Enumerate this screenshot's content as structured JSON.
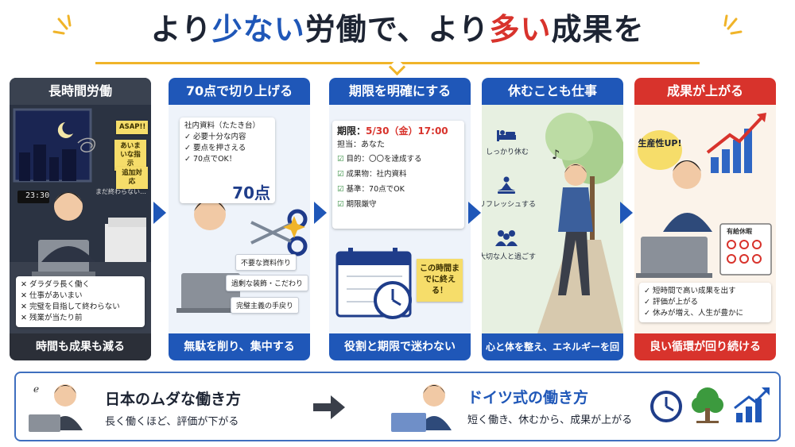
{
  "title": {
    "part1": "より",
    "part2": "少ない",
    "part3": "労働で、より",
    "part4": "多い",
    "part5": "成果を"
  },
  "colors": {
    "blue": "#1f57b8",
    "red": "#d8332c",
    "dark": "#2b2f38",
    "yellow": "#f0b429"
  },
  "panels": [
    {
      "header": "長時間労働",
      "clock": "23:30",
      "stickies": [
        "ASAP!!",
        "あいまいな指示",
        "追加対応"
      ],
      "murmur": "まだ終わらない…",
      "bullets": [
        "✕ ダラダラ長く働く",
        "✕ 仕事があいまい",
        "✕ 完璧を目指して終わらない",
        "✕ 残業が当たり前"
      ],
      "footer": "時間も成果も減る"
    },
    {
      "header": "70点で切り上げる",
      "doc_title": "社内資料（たたき台）",
      "checks": [
        "✓ 必要十分な内容",
        "✓ 要点を押さえる",
        "✓ 70点でOK！"
      ],
      "score": "70点",
      "cut_tags": [
        "不要な資料作り",
        "過剰な装飾・こだわり",
        "完璧主義の手戻り"
      ],
      "footer": "無駄を削り、集中する"
    },
    {
      "header": "期限を明確にする",
      "deadline_label": "期限：",
      "deadline_value": "5/30（金）17:00",
      "owner": "担当：あなた",
      "items": [
        "目的：〇〇を達成する",
        "成果物：社内資料",
        "基準：70点でOK",
        "期限厳守"
      ],
      "sticky": "この時間までに終える！",
      "footer": "役割と期限で迷わない"
    },
    {
      "header": "休むことも仕事",
      "icons": [
        {
          "icon": "bed-icon",
          "label": "しっかり休む"
        },
        {
          "icon": "meditation-icon",
          "label": "リフレッシュする"
        },
        {
          "icon": "people-icon",
          "label": "大切な人と過ごす"
        }
      ],
      "footer": "心と体を整え、エネルギーを回復"
    },
    {
      "header": "成果が上がる",
      "badge": "生産性UP!",
      "calendar_title": "有給休暇",
      "checks": [
        "✓ 短時間で高い成果を出す",
        "✓ 評価が上がる",
        "✓ 休みが増え、人生が豊かに"
      ],
      "footer": "良い循環が回り続ける"
    }
  ],
  "bottom": {
    "left_title": "日本のムダな働き方",
    "left_sub": "長く働くほど、評価が下がる",
    "right_title": "ドイツ式の働き方",
    "right_sub": "短く働き、休むから、成果が上がる",
    "icons": [
      "clock-icon",
      "tree-icon",
      "growth-chart-icon"
    ]
  }
}
